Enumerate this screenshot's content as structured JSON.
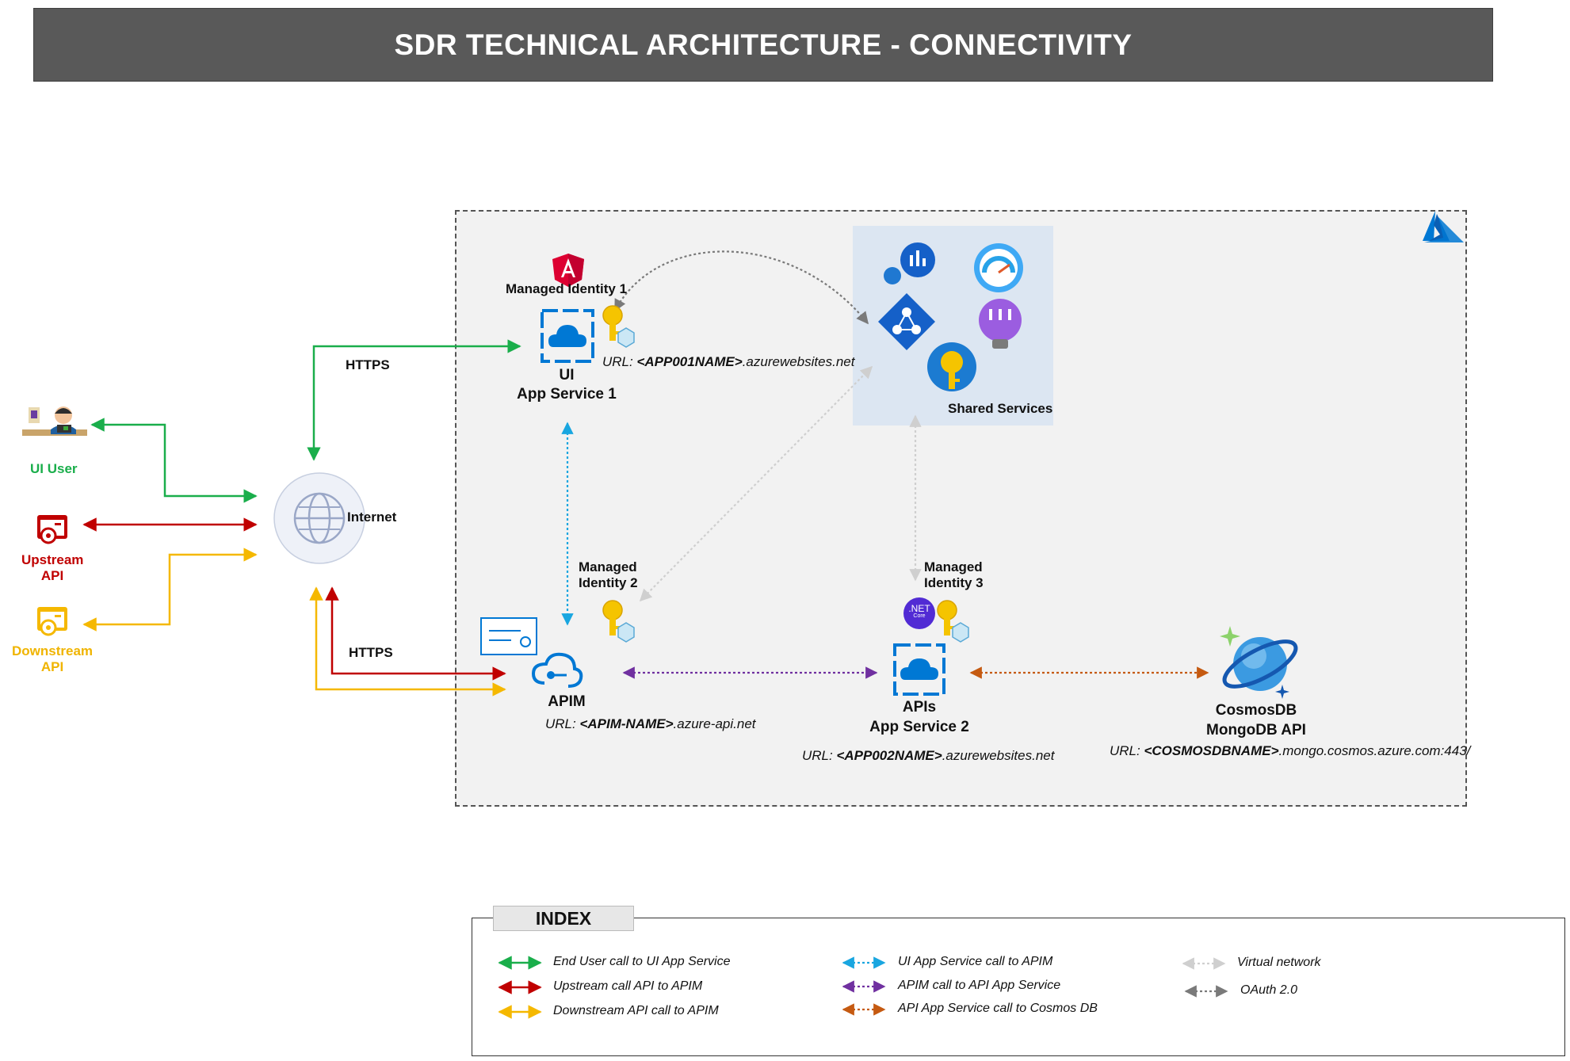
{
  "title": "SDR TECHNICAL ARCHITECTURE - CONNECTIVITY",
  "actors": {
    "ui_user": "UI User",
    "upstream_api": [
      "Upstream",
      "API"
    ],
    "downstream_api": [
      "Downstream",
      "API"
    ],
    "internet": "Internet"
  },
  "protocols": {
    "https_top": "HTTPS",
    "https_bottom": "HTTPS"
  },
  "ui_app": {
    "identity": "Managed Identity 1",
    "name": "UI",
    "service": "App Service 1",
    "url_prefix": "URL: ",
    "url_host": "<APP001NAME>",
    "url_suffix": ".azurewebsites.net"
  },
  "shared_services": {
    "label": "Shared Services"
  },
  "apim": {
    "identity": [
      "Managed",
      "Identity 2"
    ],
    "name": "APIM",
    "url_prefix": "URL: ",
    "url_host": "<APIM-NAME>",
    "url_suffix": ".azure-api.net"
  },
  "api_app": {
    "identity": [
      "Managed",
      "Identity 3"
    ],
    "name": "APIs",
    "service": "App Service 2",
    "dotnet_badge": [
      ".NET",
      "Core"
    ],
    "url_prefix": "URL: ",
    "url_host": "<APP002NAME>",
    "url_suffix": ".azurewebsites.net"
  },
  "cosmos": {
    "name": "CosmosDB",
    "service": "MongoDB API",
    "url_prefix": "URL: ",
    "url_host": "<COSMOSDBNAME>",
    "url_suffix": ".mongo.cosmos.azure.com:443/"
  },
  "colors": {
    "green": "#1aae4b",
    "red": "#c00000",
    "yellow": "#f5b800",
    "cyan": "#19a6e0",
    "purple": "#7030a0",
    "orange": "#c55a11",
    "light_gray": "#cfcfcf",
    "dark_gray": "#7a7a7a",
    "azure_blue": "#0078d4"
  },
  "index": {
    "title": "INDEX",
    "items": [
      {
        "label": "End User call to UI App Service",
        "color": "#1aae4b",
        "dashed": false
      },
      {
        "label": "Upstream call API to APIM",
        "color": "#c00000",
        "dashed": false
      },
      {
        "label": "Downstream API call to APIM",
        "color": "#f5b800",
        "dashed": false
      },
      {
        "label": "UI App Service call to APIM",
        "color": "#19a6e0",
        "dashed": true
      },
      {
        "label": "APIM call to API App Service",
        "color": "#7030a0",
        "dashed": true
      },
      {
        "label": "API App Service call to Cosmos DB",
        "color": "#c55a11",
        "dashed": true
      },
      {
        "label": "Virtual network",
        "color": "#cfcfcf",
        "dashed": true
      },
      {
        "label": "OAuth 2.0",
        "color": "#7a7a7a",
        "dashed": true
      }
    ]
  }
}
